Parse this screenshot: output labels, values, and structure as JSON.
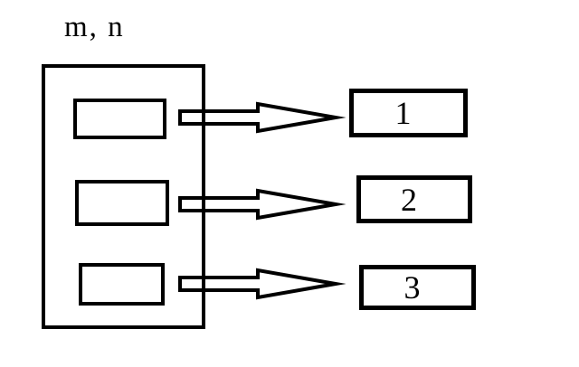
{
  "diagram": {
    "source_label": "m, n",
    "targets": [
      {
        "label": "1"
      },
      {
        "label": "2"
      },
      {
        "label": "3"
      }
    ],
    "icons": {
      "arrow": "block-arrow-right-icon"
    },
    "colors": {
      "stroke": "#000000",
      "background": "#ffffff"
    }
  }
}
